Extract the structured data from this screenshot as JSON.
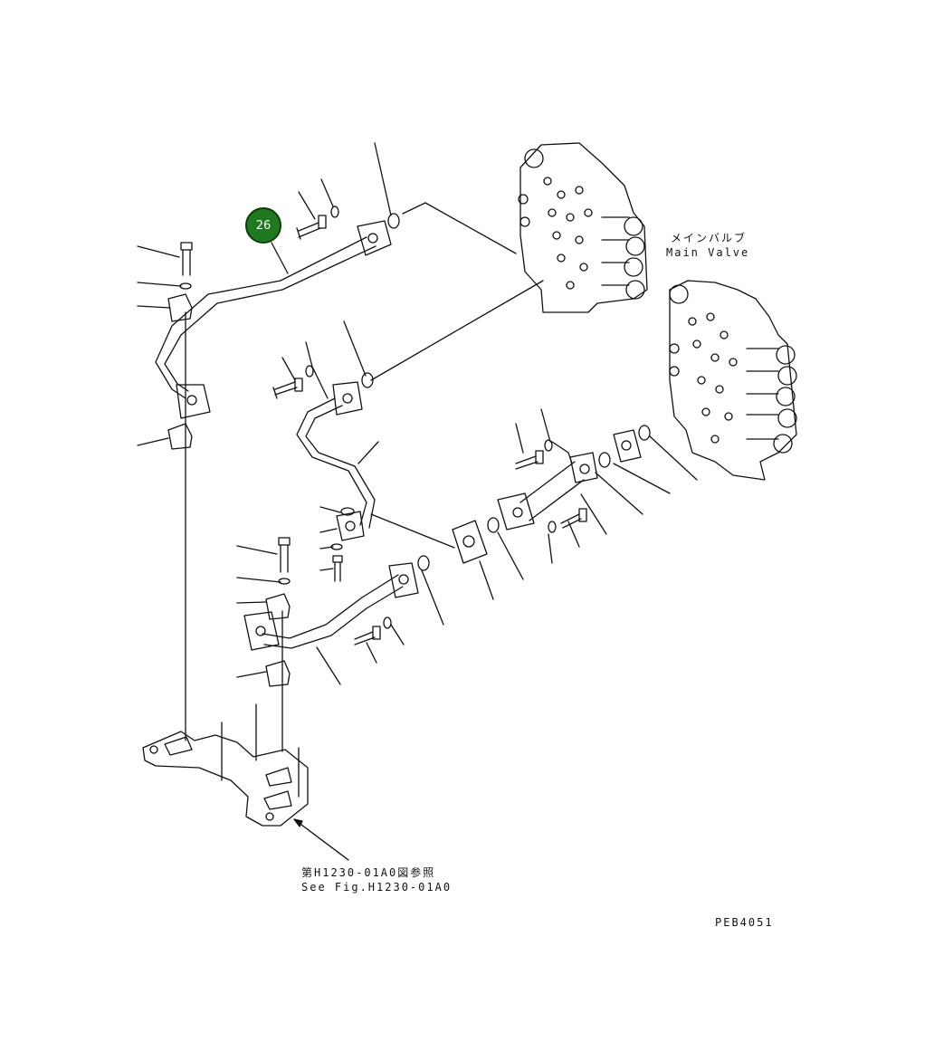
{
  "callout": {
    "number": "26",
    "color": "#1f7a1f"
  },
  "labels": {
    "main_valve_jp": "メインバルブ",
    "main_valve_en": "Main Valve",
    "ref_jp": "第H1230-01A0図参照",
    "ref_en": "See Fig.H1230-01A0",
    "drawing_code": "PEB4051"
  },
  "colors": {
    "line": "#111111",
    "background": "#ffffff"
  }
}
